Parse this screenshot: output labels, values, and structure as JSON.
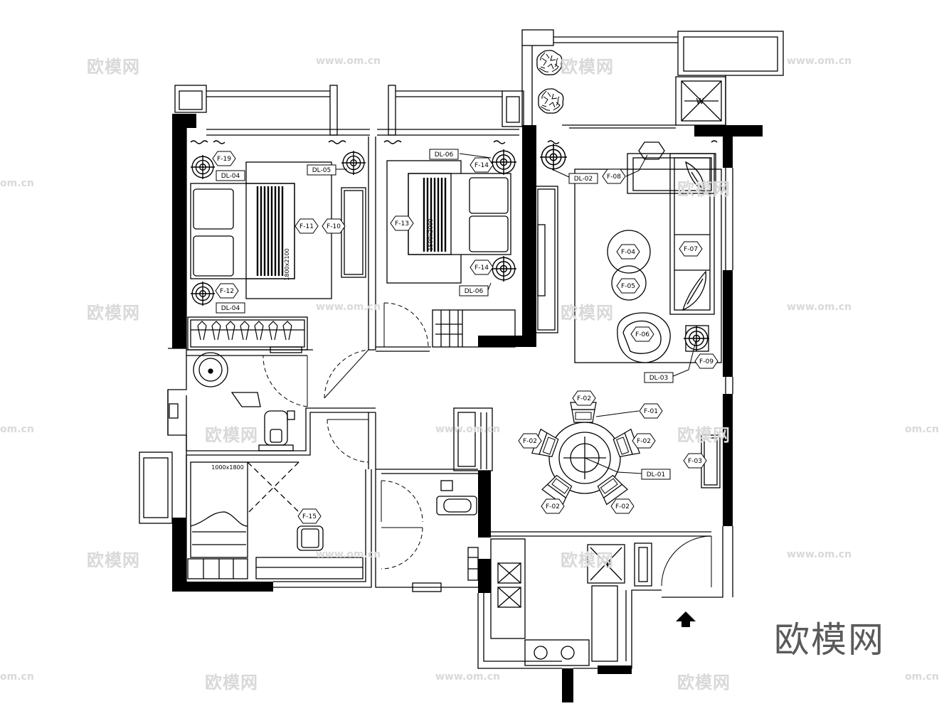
{
  "brand": "欧模网",
  "watermark": {
    "cn": "欧模网",
    "url": "www.om.cn",
    "url_short": "om.cn"
  },
  "fixture_tags": {
    "f19": "F-19",
    "dl04a": "DL-04",
    "dl05": "DL-05",
    "f11": "F-11",
    "f10": "F-10",
    "f12": "F-12",
    "dl04b": "DL-04",
    "bed1_size": "1800x2100",
    "dl06": "DL-06",
    "f14a": "F-14",
    "f13": "F-13",
    "bed2_size": "1500x2000",
    "f14b": "F-14",
    "dl06b": "DL-06",
    "dl02": "DL-02",
    "f08": "F-08",
    "f04": "F-04",
    "f05": "F-05",
    "f07": "F-07",
    "f06": "F-06",
    "dl03": "DL-03",
    "f09": "F-09",
    "f02top": "F-02",
    "f01": "F-01",
    "f02l": "F-02",
    "f02r": "F-02",
    "f02bl": "F-02",
    "f02br": "F-02",
    "dl01": "DL-01",
    "f03": "F-03",
    "study_size": "1000x1800",
    "f15": "F-15"
  }
}
